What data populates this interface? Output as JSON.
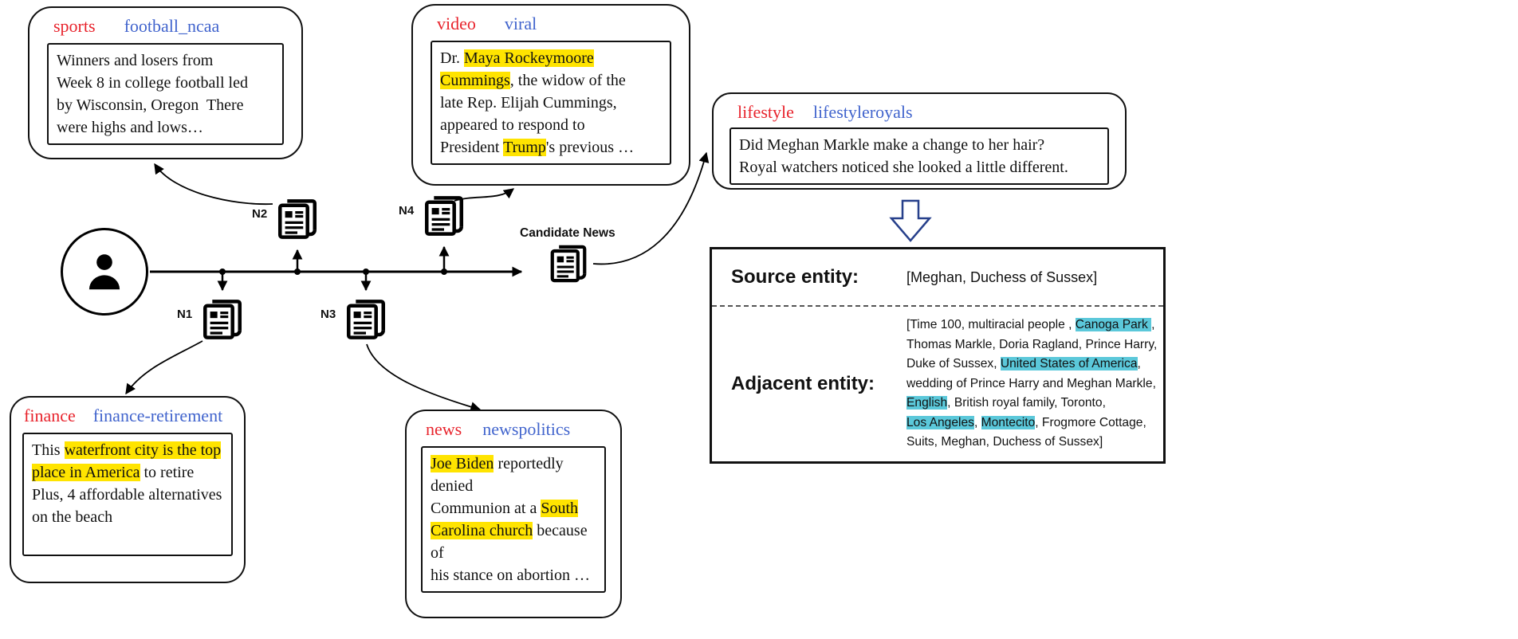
{
  "colors": {
    "category_red": "#e8242d",
    "subcategory_blue": "#4164cd",
    "highlight_yellow": "#ffe400",
    "highlight_cyan": "#5bc8da",
    "down_arrow_blue": "#27408b"
  },
  "timeline": {
    "candidate_label": "Candidate News",
    "nodes": {
      "n1": {
        "label": "N1"
      },
      "n2": {
        "label": "N2"
      },
      "n3": {
        "label": "N3"
      },
      "n4": {
        "label": "N4"
      }
    }
  },
  "news_boxes": {
    "sports": {
      "category": "sports",
      "subcategory": "football_ncaa",
      "text": [
        {
          "t": "Winners and losers from\nWeek 8 in college football led\nby Wisconsin, Oregon  There\nwere highs and lows…"
        }
      ]
    },
    "video": {
      "category": "video",
      "subcategory": "viral",
      "text": [
        {
          "t": "Dr. "
        },
        {
          "t": "Maya Rockeymoore\nCummings",
          "h": "y"
        },
        {
          "t": ", the widow of the\nlate Rep. Elijah Cummings,\nappeared to respond to\nPresident "
        },
        {
          "t": "Trump",
          "h": "y"
        },
        {
          "t": "'s previous …"
        }
      ]
    },
    "lifestyle": {
      "category": "lifestyle",
      "subcategory": "lifestyleroyals",
      "text": [
        {
          "t": "Did Meghan Markle make a change to her hair?\nRoyal watchers noticed she looked a little different."
        }
      ]
    },
    "finance": {
      "category": "finance",
      "subcategory": "finance-retirement",
      "text": [
        {
          "t": "This "
        },
        {
          "t": "waterfront city is the top\nplace in America",
          "h": "y"
        },
        {
          "t": " to retire\nPlus, 4 affordable alternatives\non the beach"
        }
      ]
    },
    "news": {
      "category": "news",
      "subcategory": "newspolitics",
      "text": [
        {
          "t": "Joe Biden",
          "h": "y"
        },
        {
          "t": " reportedly denied\nCommunion at a "
        },
        {
          "t": "South\nCarolina church",
          "h": "y"
        },
        {
          "t": " because of\nhis stance on abortion …"
        }
      ]
    }
  },
  "entity_panel": {
    "source_label": "Source entity:",
    "source_value": "[Meghan, Duchess of Sussex]",
    "adjacent_label": "Adjacent entity:",
    "adjacent_value": [
      {
        "t": "[Time 100, multiracial people , "
      },
      {
        "t": "Canoga Park ",
        "h": "c"
      },
      {
        "t": ",\nThomas Markle, Doria Ragland, Prince Harry,\nDuke of Sussex, "
      },
      {
        "t": "United States of America",
        "h": "c"
      },
      {
        "t": ",\nwedding of Prince Harry and Meghan Markle,\n"
      },
      {
        "t": "English",
        "h": "c"
      },
      {
        "t": ", British royal family, Toronto,\n"
      },
      {
        "t": "Los Angeles",
        "h": "c"
      },
      {
        "t": ", "
      },
      {
        "t": "Montecito",
        "h": "c"
      },
      {
        "t": ", Frogmore Cottage,\nSuits, Meghan, Duchess of Sussex]"
      }
    ]
  }
}
